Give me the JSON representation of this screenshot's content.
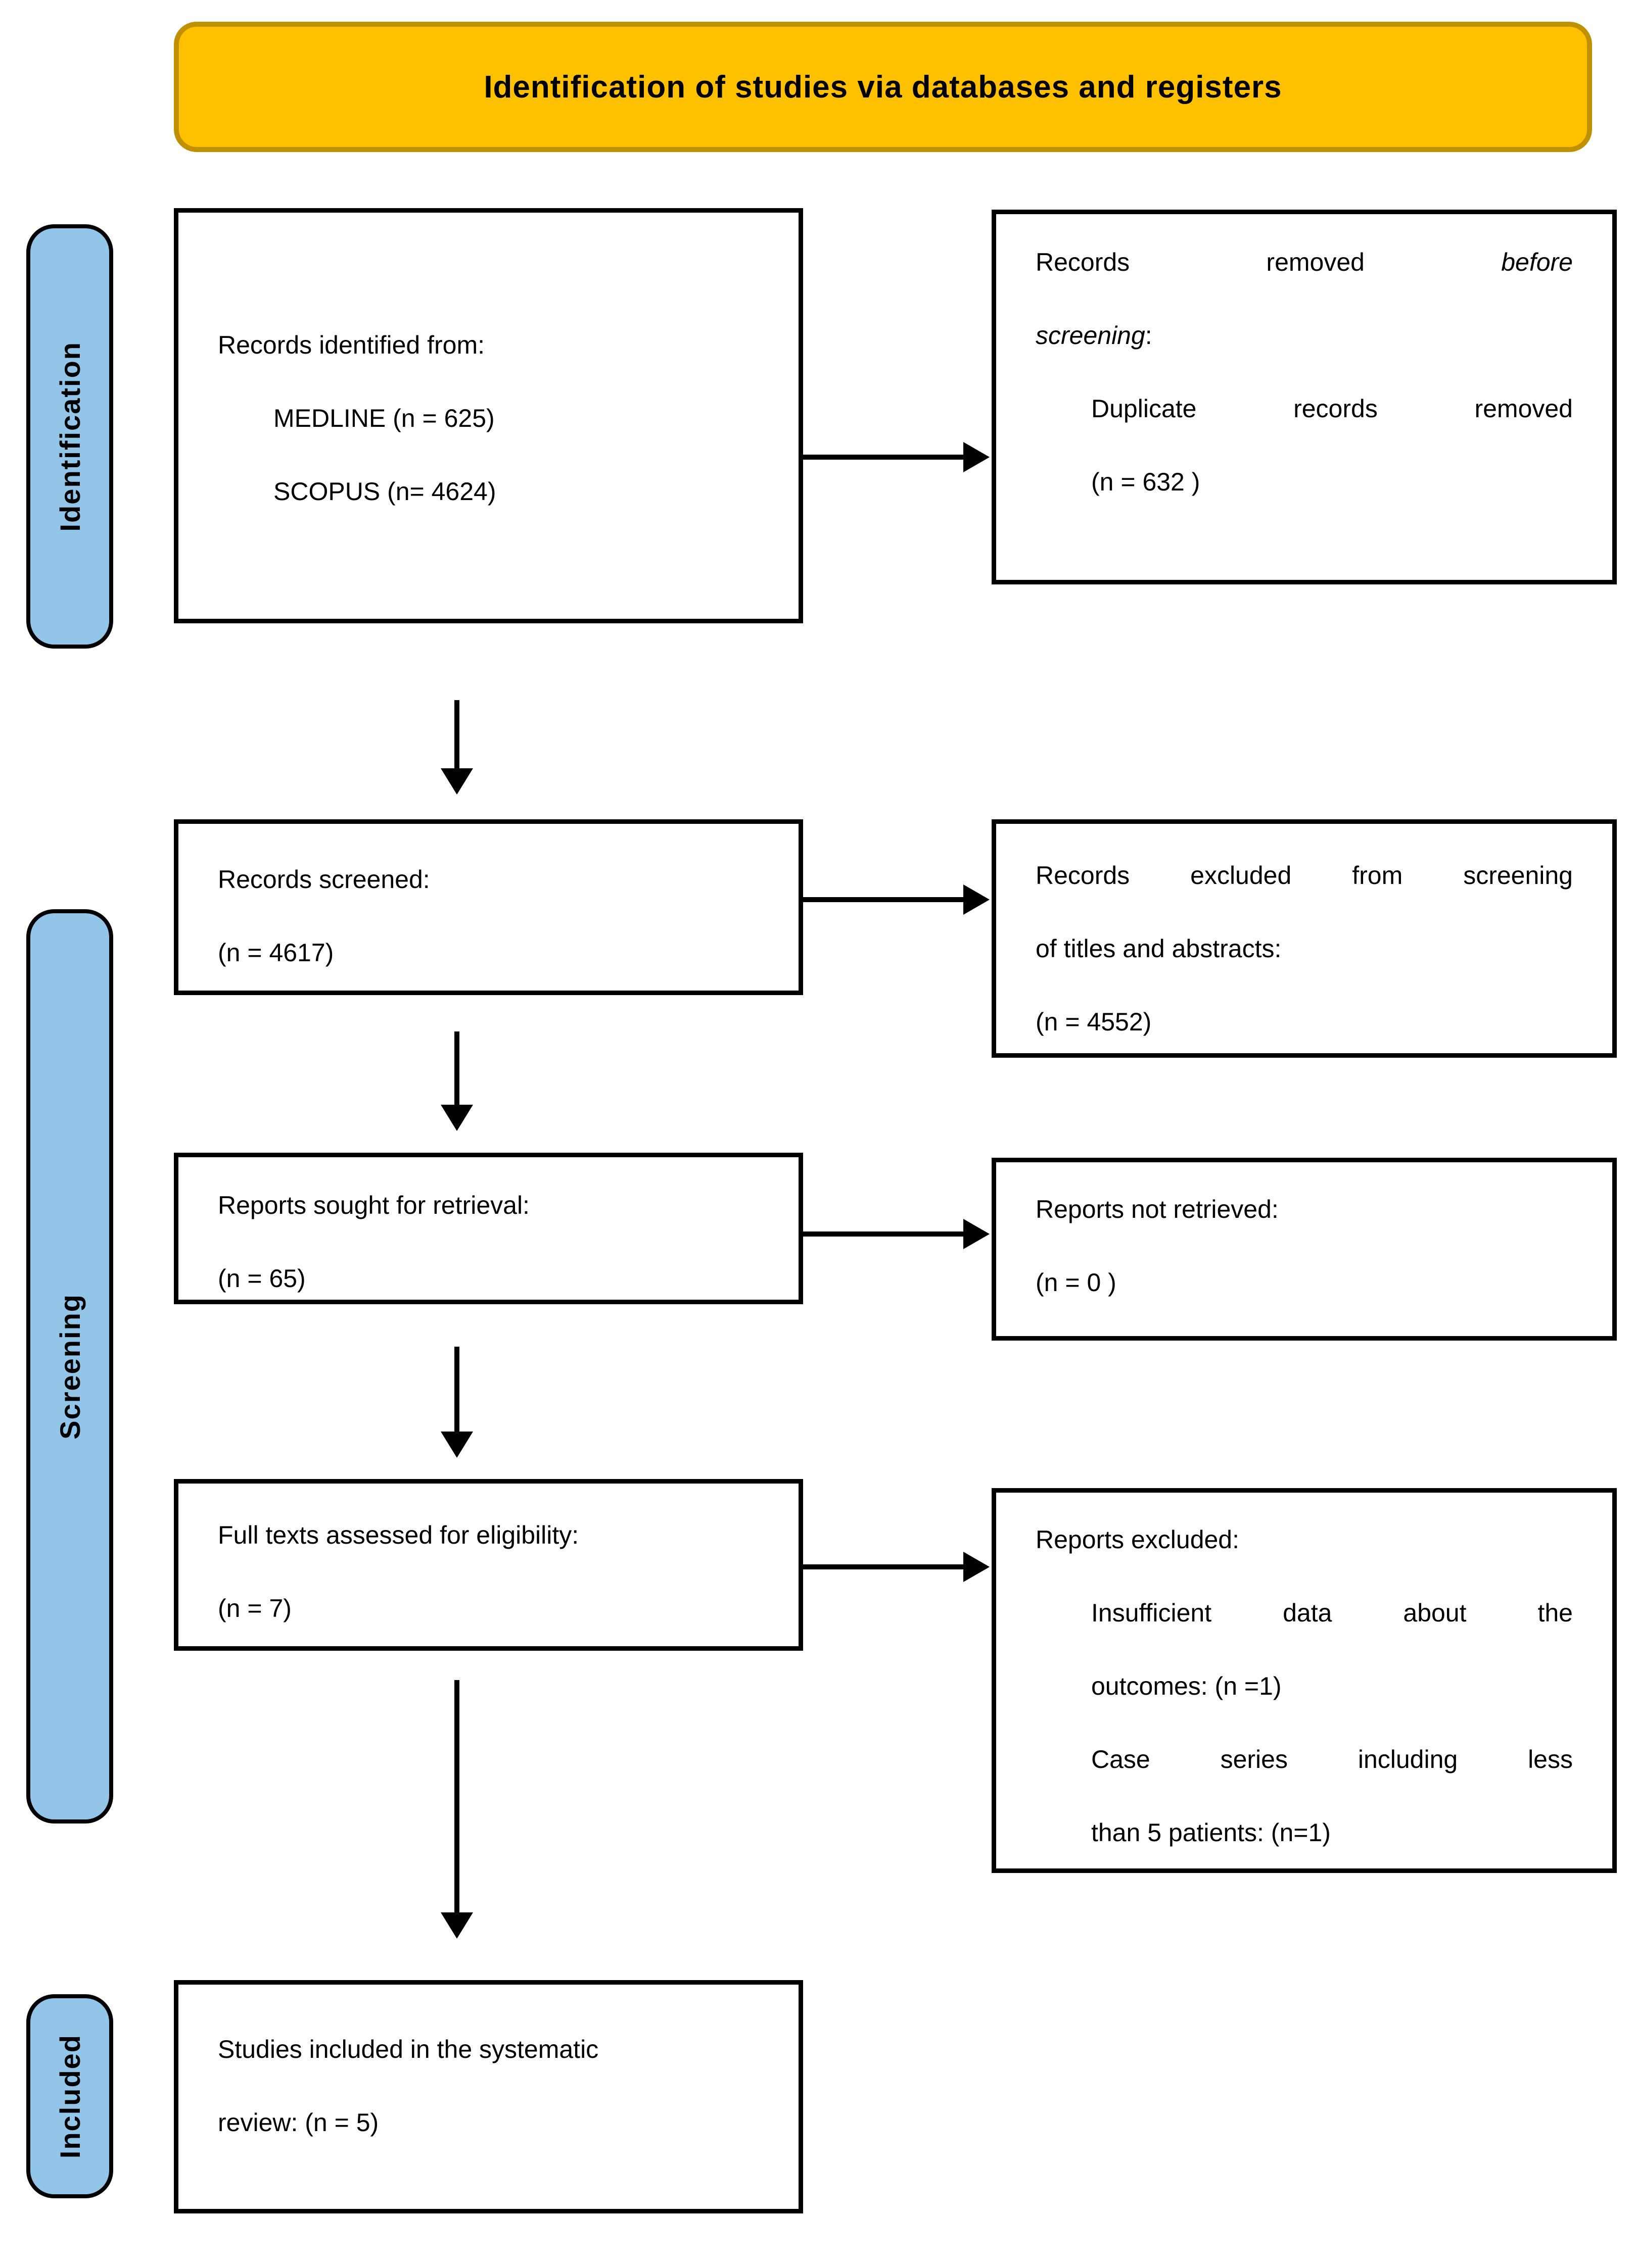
{
  "banner": {
    "title": "Identification of studies via databases and registers"
  },
  "sidebars": {
    "identification": {
      "label": "Identification"
    },
    "screening": {
      "label": "Screening"
    },
    "included": {
      "label": "Included"
    }
  },
  "boxes": {
    "records_identified": {
      "l1": "Records identified from:",
      "l2": "MEDLINE (n = 625)",
      "l3": "SCOPUS (n= 4624)"
    },
    "records_removed": {
      "l1a": "Records removed",
      "l1b": "before",
      "l2a": "screening",
      "l2b": ":",
      "l3": "Duplicate records removed",
      "l4": "(n = 632 )"
    },
    "records_screened": {
      "l1": "Records screened:",
      "l2": "(n = 4617)"
    },
    "records_excluded": {
      "l1": "Records excluded from screening",
      "l2": "of titles and abstracts:",
      "l3": "(n = 4552)"
    },
    "reports_sought": {
      "l1": "Reports sought for retrieval:",
      "l2": "(n = 65)"
    },
    "reports_not_retrieved": {
      "l1": "Reports not retrieved:",
      "l2": "(n = 0 )"
    },
    "full_texts": {
      "l1": "Full texts assessed for eligibility:",
      "l2": "(n = 7)"
    },
    "reports_excluded": {
      "l1": "Reports excluded:",
      "l2": "Insufficient data about the",
      "l3": "outcomes: (n =1)",
      "l4": "Case series including less",
      "l5": "than 5 patients: (n=1)"
    },
    "studies_included": {
      "l1": "Studies included in the systematic",
      "l2": "review: (n = 5)"
    }
  },
  "colors": {
    "banner_fill": "#FFC000",
    "banner_border": "#BF9000",
    "stage_fill": "#92C5E8",
    "box_border": "#000000",
    "arrow": "#000000"
  }
}
